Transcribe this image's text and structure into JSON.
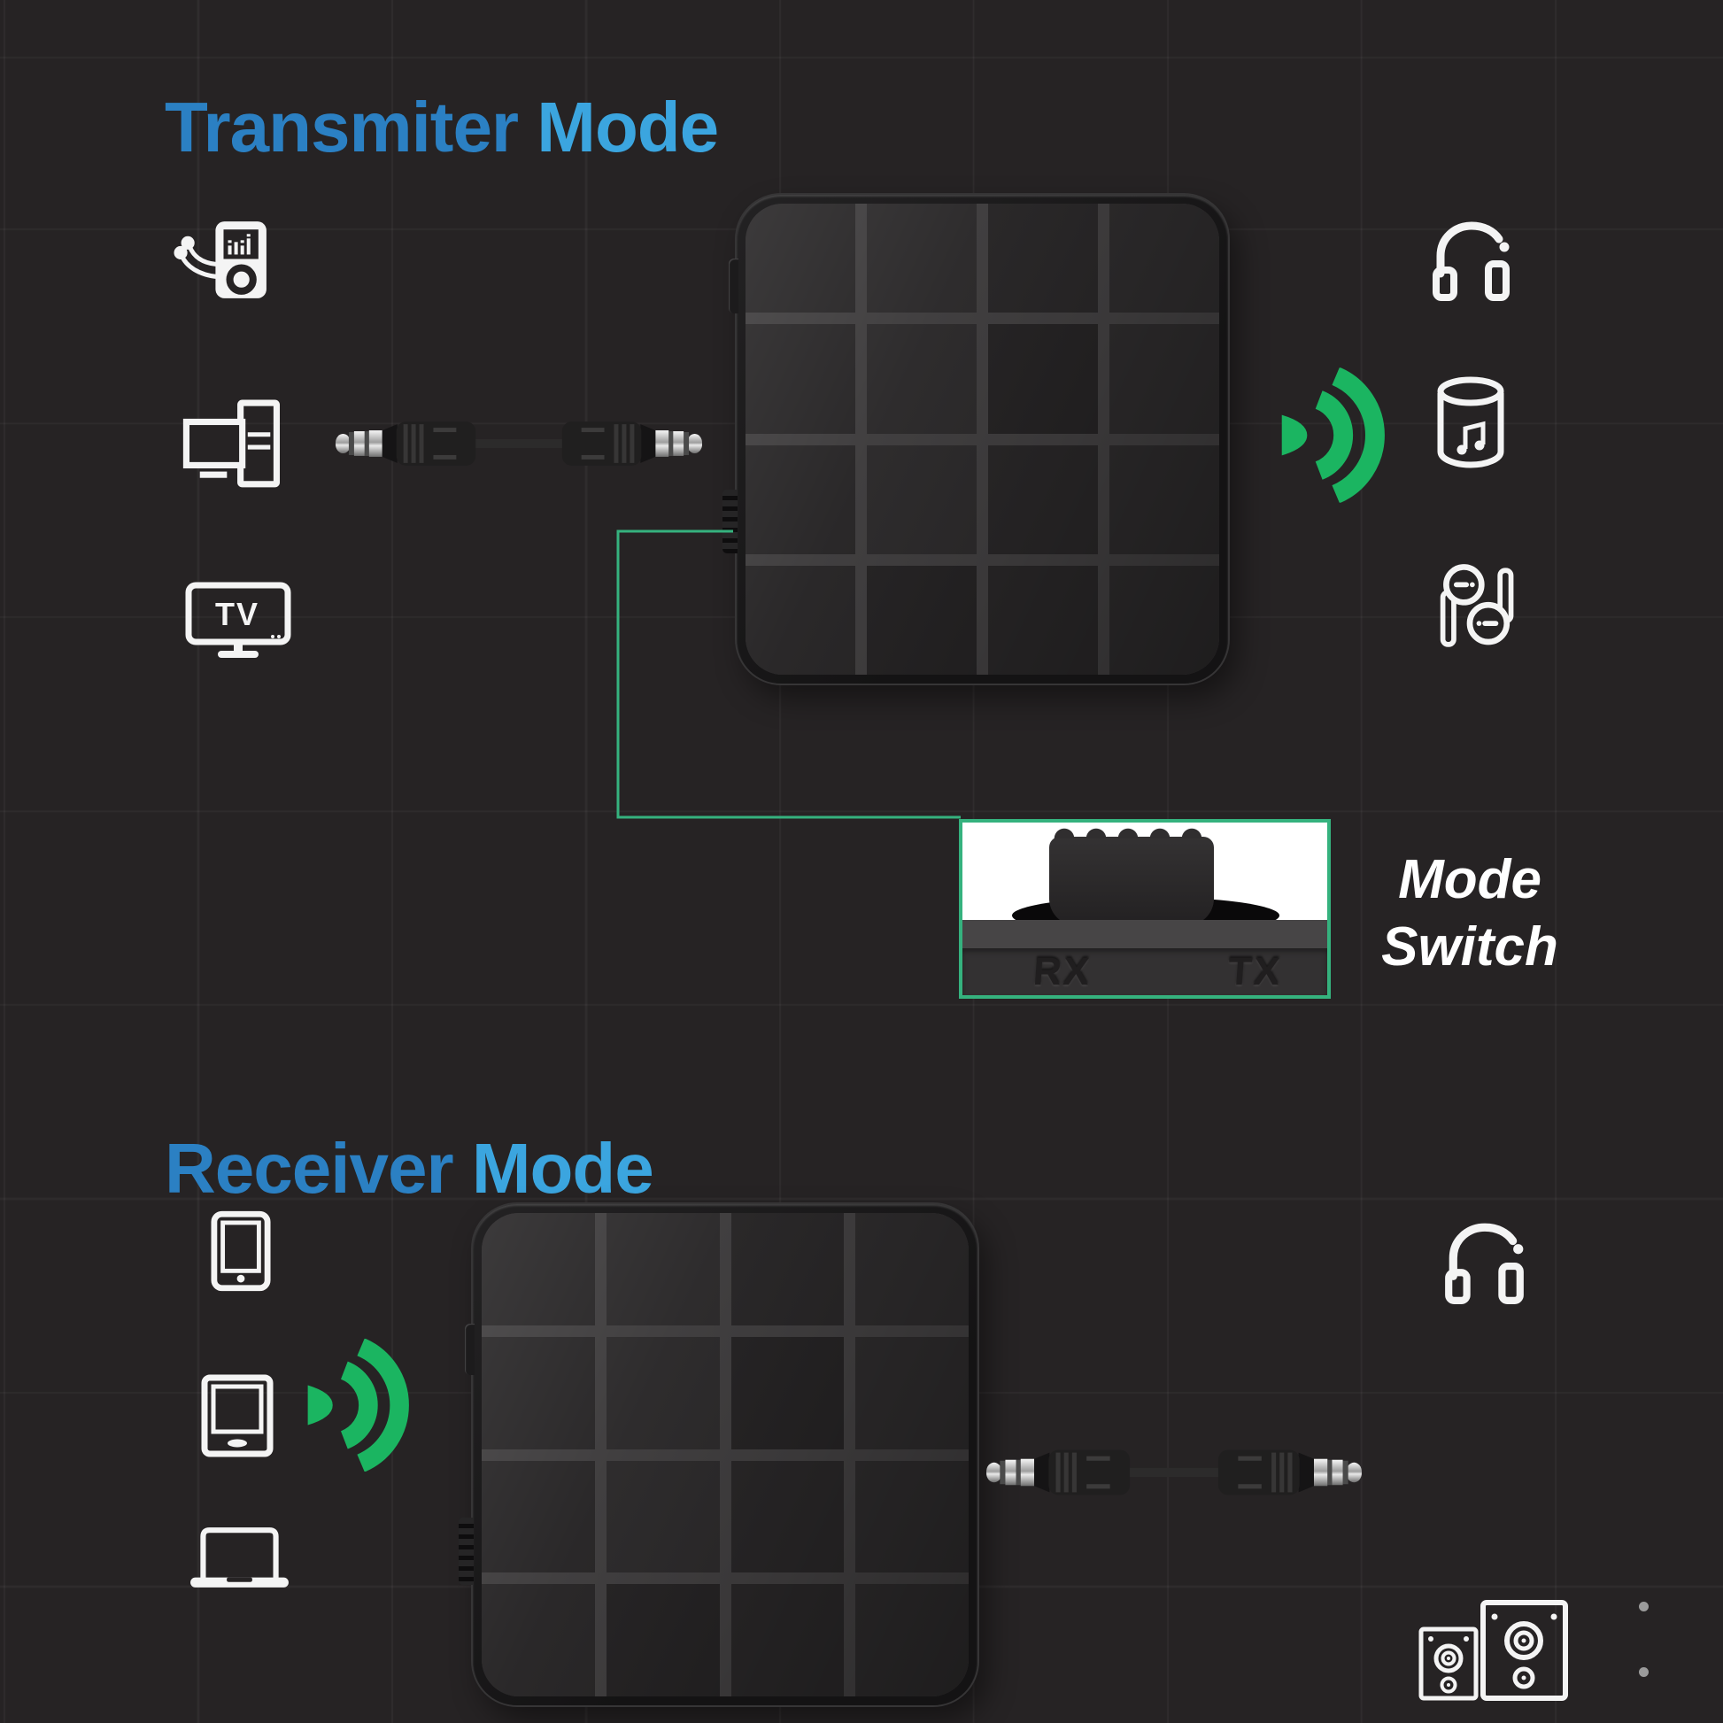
{
  "colors": {
    "background": "#262324",
    "title_primary": "#2b80c3",
    "title_accent": "#3ba5df",
    "signal_green": "#1bb561",
    "callout_green": "#35b27e",
    "icon_white": "#f4f4f4",
    "device_black": "#161516"
  },
  "transmitter": {
    "title": {
      "primary": "Transmiter ",
      "accent": "Mode"
    },
    "tv_label": "TV",
    "source_icons": [
      "mp3-player-icon",
      "desktop-computer-icon",
      "tv-icon"
    ],
    "connection": "aux-cable",
    "signal_icon": "wireless-signal-icon",
    "output_icons": [
      "headphones-icon",
      "smart-speaker-icon",
      "earbuds-icon"
    ]
  },
  "receiver": {
    "title": {
      "primary": "Receiver ",
      "accent": "Mode"
    },
    "source_icons": [
      "tablet-icon",
      "smartphone-icon",
      "laptop-icon"
    ],
    "connection": "aux-cable",
    "signal_icon": "wireless-signal-icon",
    "output_icons": [
      "headphones-icon",
      "bookshelf-speakers-icon"
    ]
  },
  "mode_switch": {
    "label_line1": "Mode",
    "label_line2": "Switch",
    "rx_label": "RX",
    "tx_label": "TX"
  }
}
